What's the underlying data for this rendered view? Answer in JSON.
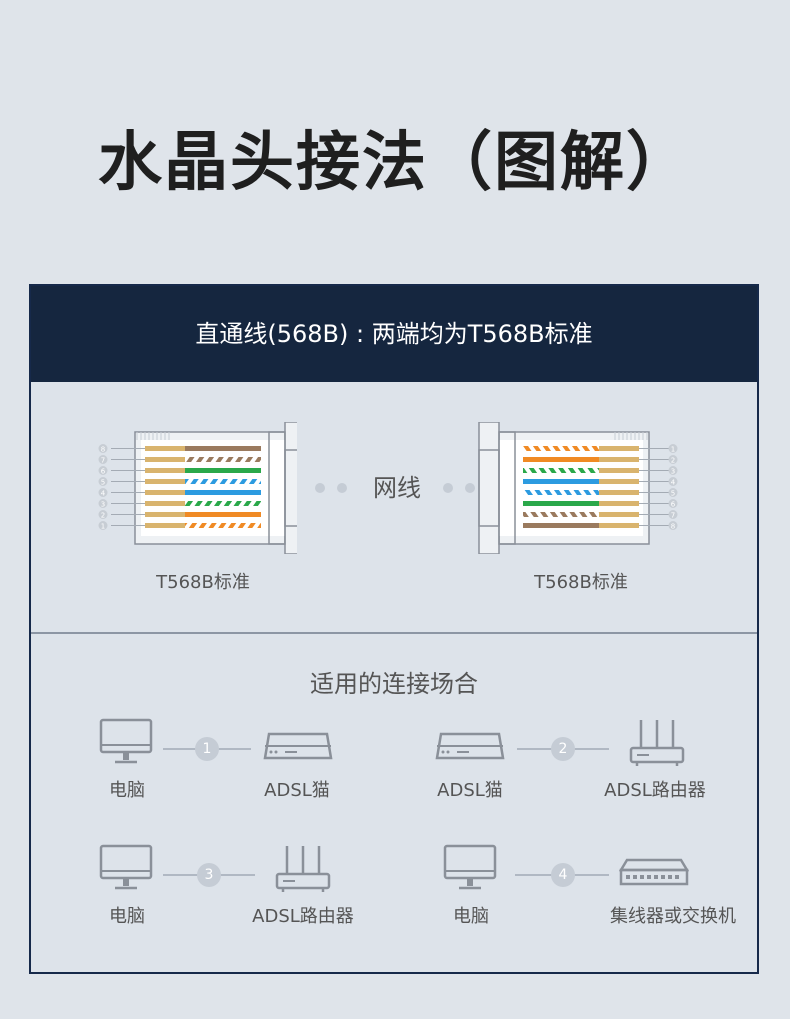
{
  "title": "水晶头接法（图解）",
  "panel": {
    "header": "直通线(568B) : 两端均为T568B标准",
    "left_standard": "T568B标准",
    "right_standard": "T568B标准",
    "cable_label": "网线",
    "pin_numbers_left": [
      "8",
      "7",
      "6",
      "5",
      "4",
      "3",
      "2",
      "1"
    ],
    "pin_numbers_right": [
      "1",
      "2",
      "3",
      "4",
      "5",
      "6",
      "7",
      "8"
    ]
  },
  "wires": [
    {
      "color": "#f08a24",
      "striped": true
    },
    {
      "color": "#f08a24",
      "striped": false
    },
    {
      "color": "#2aa84a",
      "striped": true
    },
    {
      "color": "#2c9be0",
      "striped": false
    },
    {
      "color": "#2c9be0",
      "striped": true
    },
    {
      "color": "#2aa84a",
      "striped": false
    },
    {
      "color": "#9a7a5e",
      "striped": true
    },
    {
      "color": "#9a7a5e",
      "striped": false
    }
  ],
  "usage": {
    "title": "适用的连接场合",
    "items": [
      {
        "num": "1",
        "left_label": "电脑",
        "right_label": "ADSL猫",
        "left_icon": "monitor-icon",
        "right_icon": "modem-icon"
      },
      {
        "num": "2",
        "left_label": "ADSL猫",
        "right_label": "ADSL路由器",
        "left_icon": "modem-icon",
        "right_icon": "router-icon"
      },
      {
        "num": "3",
        "left_label": "电脑",
        "right_label": "ADSL路由器",
        "left_icon": "monitor-icon",
        "right_icon": "router-icon"
      },
      {
        "num": "4",
        "left_label": "电脑",
        "right_label": "集线器或交换机",
        "left_icon": "monitor-icon",
        "right_icon": "switch-icon"
      }
    ]
  },
  "colors": {
    "header_bg": "#15263f",
    "panel_border": "#16294a",
    "icon_gray": "#8a9099"
  }
}
